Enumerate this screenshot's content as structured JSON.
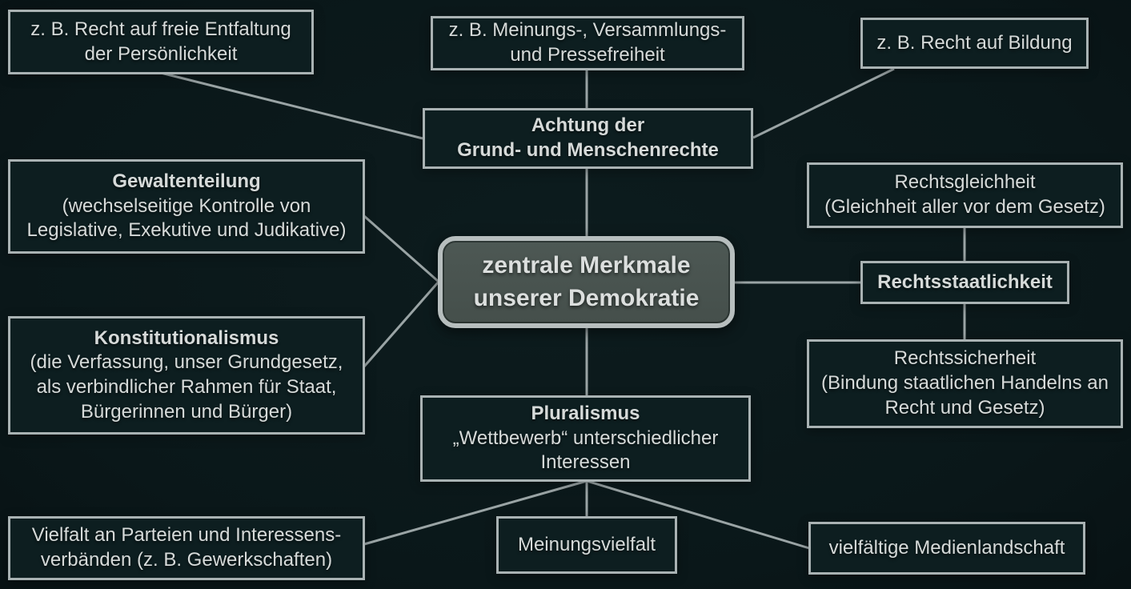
{
  "colors": {
    "bg": "#0a1719",
    "bg_mid": "#0d1c1e",
    "node_fill": "#0d1e20",
    "node_border": "#a9b2b3",
    "text": "#d6dad9",
    "edge": "#9aa4a5",
    "center_fill": "#47524e",
    "center_border": "#b7bebe",
    "center_text": "#dcdfde"
  },
  "diagram": {
    "center": {
      "text": "zentrale Merkmale\nunserer Demokratie"
    },
    "nodes": {
      "ex_persoenlichkeit": {
        "text": "z. B. Recht auf freie Entfaltung\nder Persönlichkeit"
      },
      "ex_versammlung": {
        "text": "z. B. Meinungs-, Versammlungs-\nund Pressefreiheit"
      },
      "ex_bildung": {
        "text": "z. B. Recht auf Bildung"
      },
      "achtung": {
        "title": "Achtung der\nGrund- und Menschenrechte"
      },
      "gewaltenteilung": {
        "title": "Gewaltenteilung",
        "body": "(wechselseitige Kontrolle von\nLegislative, Exekutive und Judikative)"
      },
      "rechtsgleichheit": {
        "text": "Rechtsgleichheit\n(Gleichheit aller vor dem Gesetz)"
      },
      "rechtsstaatlichkeit": {
        "title": "Rechtsstaatlichkeit"
      },
      "konstitutionalismus": {
        "title": "Konstitutionalismus",
        "body": "(die Verfassung, unser Grundgesetz,\nals verbindlicher Rahmen für Staat,\nBürgerinnen und Bürger)"
      },
      "rechtssicherheit": {
        "text": "Rechtssicherheit\n(Bindung staatlichen Handelns an\nRecht und Gesetz)"
      },
      "pluralismus": {
        "title": "Pluralismus",
        "body": "„Wettbewerb“ unterschiedlicher\nInteressen"
      },
      "vielfalt_parteien": {
        "text": "Vielfalt an Parteien und Interessens-\nverbänden (z. B. Gewerkschaften)"
      },
      "meinungsvielfalt": {
        "text": "Meinungsvielfalt"
      },
      "medienlandschaft": {
        "text": "vielfältige Medienlandschaft"
      }
    },
    "edges": [
      {
        "from": "ex_persoenlichkeit",
        "to": "achtung",
        "points": [
          201,
          91,
          528,
          173
        ]
      },
      {
        "from": "ex_versammlung",
        "to": "achtung",
        "points": [
          733,
          88,
          733,
          136
        ]
      },
      {
        "from": "ex_bildung",
        "to": "achtung",
        "points": [
          1117,
          86,
          941,
          172
        ]
      },
      {
        "from": "achtung",
        "to": "center",
        "points": [
          733,
          211,
          733,
          296
        ]
      },
      {
        "from": "center",
        "to": "gewaltenteilung",
        "points": [
          548,
          352,
          455,
          270
        ]
      },
      {
        "from": "center",
        "to": "konstitutionalismus",
        "points": [
          548,
          352,
          455,
          458
        ]
      },
      {
        "from": "center",
        "to": "rechtsstaatlichkeit",
        "points": [
          917,
          353,
          1076,
          353
        ]
      },
      {
        "from": "rechtsgleichheit",
        "to": "rechtsstaatlichkeit",
        "points": [
          1205,
          284,
          1205,
          327
        ]
      },
      {
        "from": "rechtsstaatlichkeit",
        "to": "rechtssicherheit",
        "points": [
          1205,
          379,
          1205,
          425
        ]
      },
      {
        "from": "center",
        "to": "pluralismus",
        "points": [
          733,
          409,
          733,
          495
        ]
      },
      {
        "from": "pluralismus",
        "to": "vielfalt_parteien",
        "points": [
          733,
          601,
          455,
          680
        ]
      },
      {
        "from": "pluralismus",
        "to": "meinungsvielfalt",
        "points": [
          733,
          601,
          733,
          646
        ]
      },
      {
        "from": "pluralismus",
        "to": "medienlandschaft",
        "points": [
          733,
          601,
          1011,
          685
        ]
      }
    ]
  }
}
